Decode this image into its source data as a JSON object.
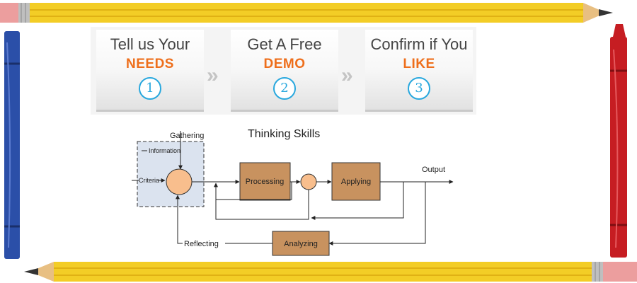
{
  "steps": [
    {
      "line1": "Tell us Your",
      "line2": "NEEDS",
      "number": "1"
    },
    {
      "line1": "Get A Free",
      "line2": "DEMO",
      "number": "2"
    },
    {
      "line1": "Confirm if You",
      "line2": "LIKE",
      "number": "3"
    }
  ],
  "step_separator": "»",
  "diagram": {
    "title": "Thinking Skills",
    "gathering": "Gathering",
    "information": "Information",
    "criteria": "Criteria",
    "processing": "Processing",
    "applying": "Applying",
    "output": "Output",
    "analyzing": "Analyzing",
    "reflecting": "Reflecting"
  },
  "colors": {
    "accent_orange": "#ee6f1c",
    "accent_blue": "#29a8de",
    "box_fill": "#c8925f",
    "node_fill": "#f8be8d",
    "gather_fill": "#dbe3ef",
    "pencil_yellow": "#f3cd26",
    "crayon_blue": "#2b4fa8",
    "crayon_red": "#c61d22"
  }
}
